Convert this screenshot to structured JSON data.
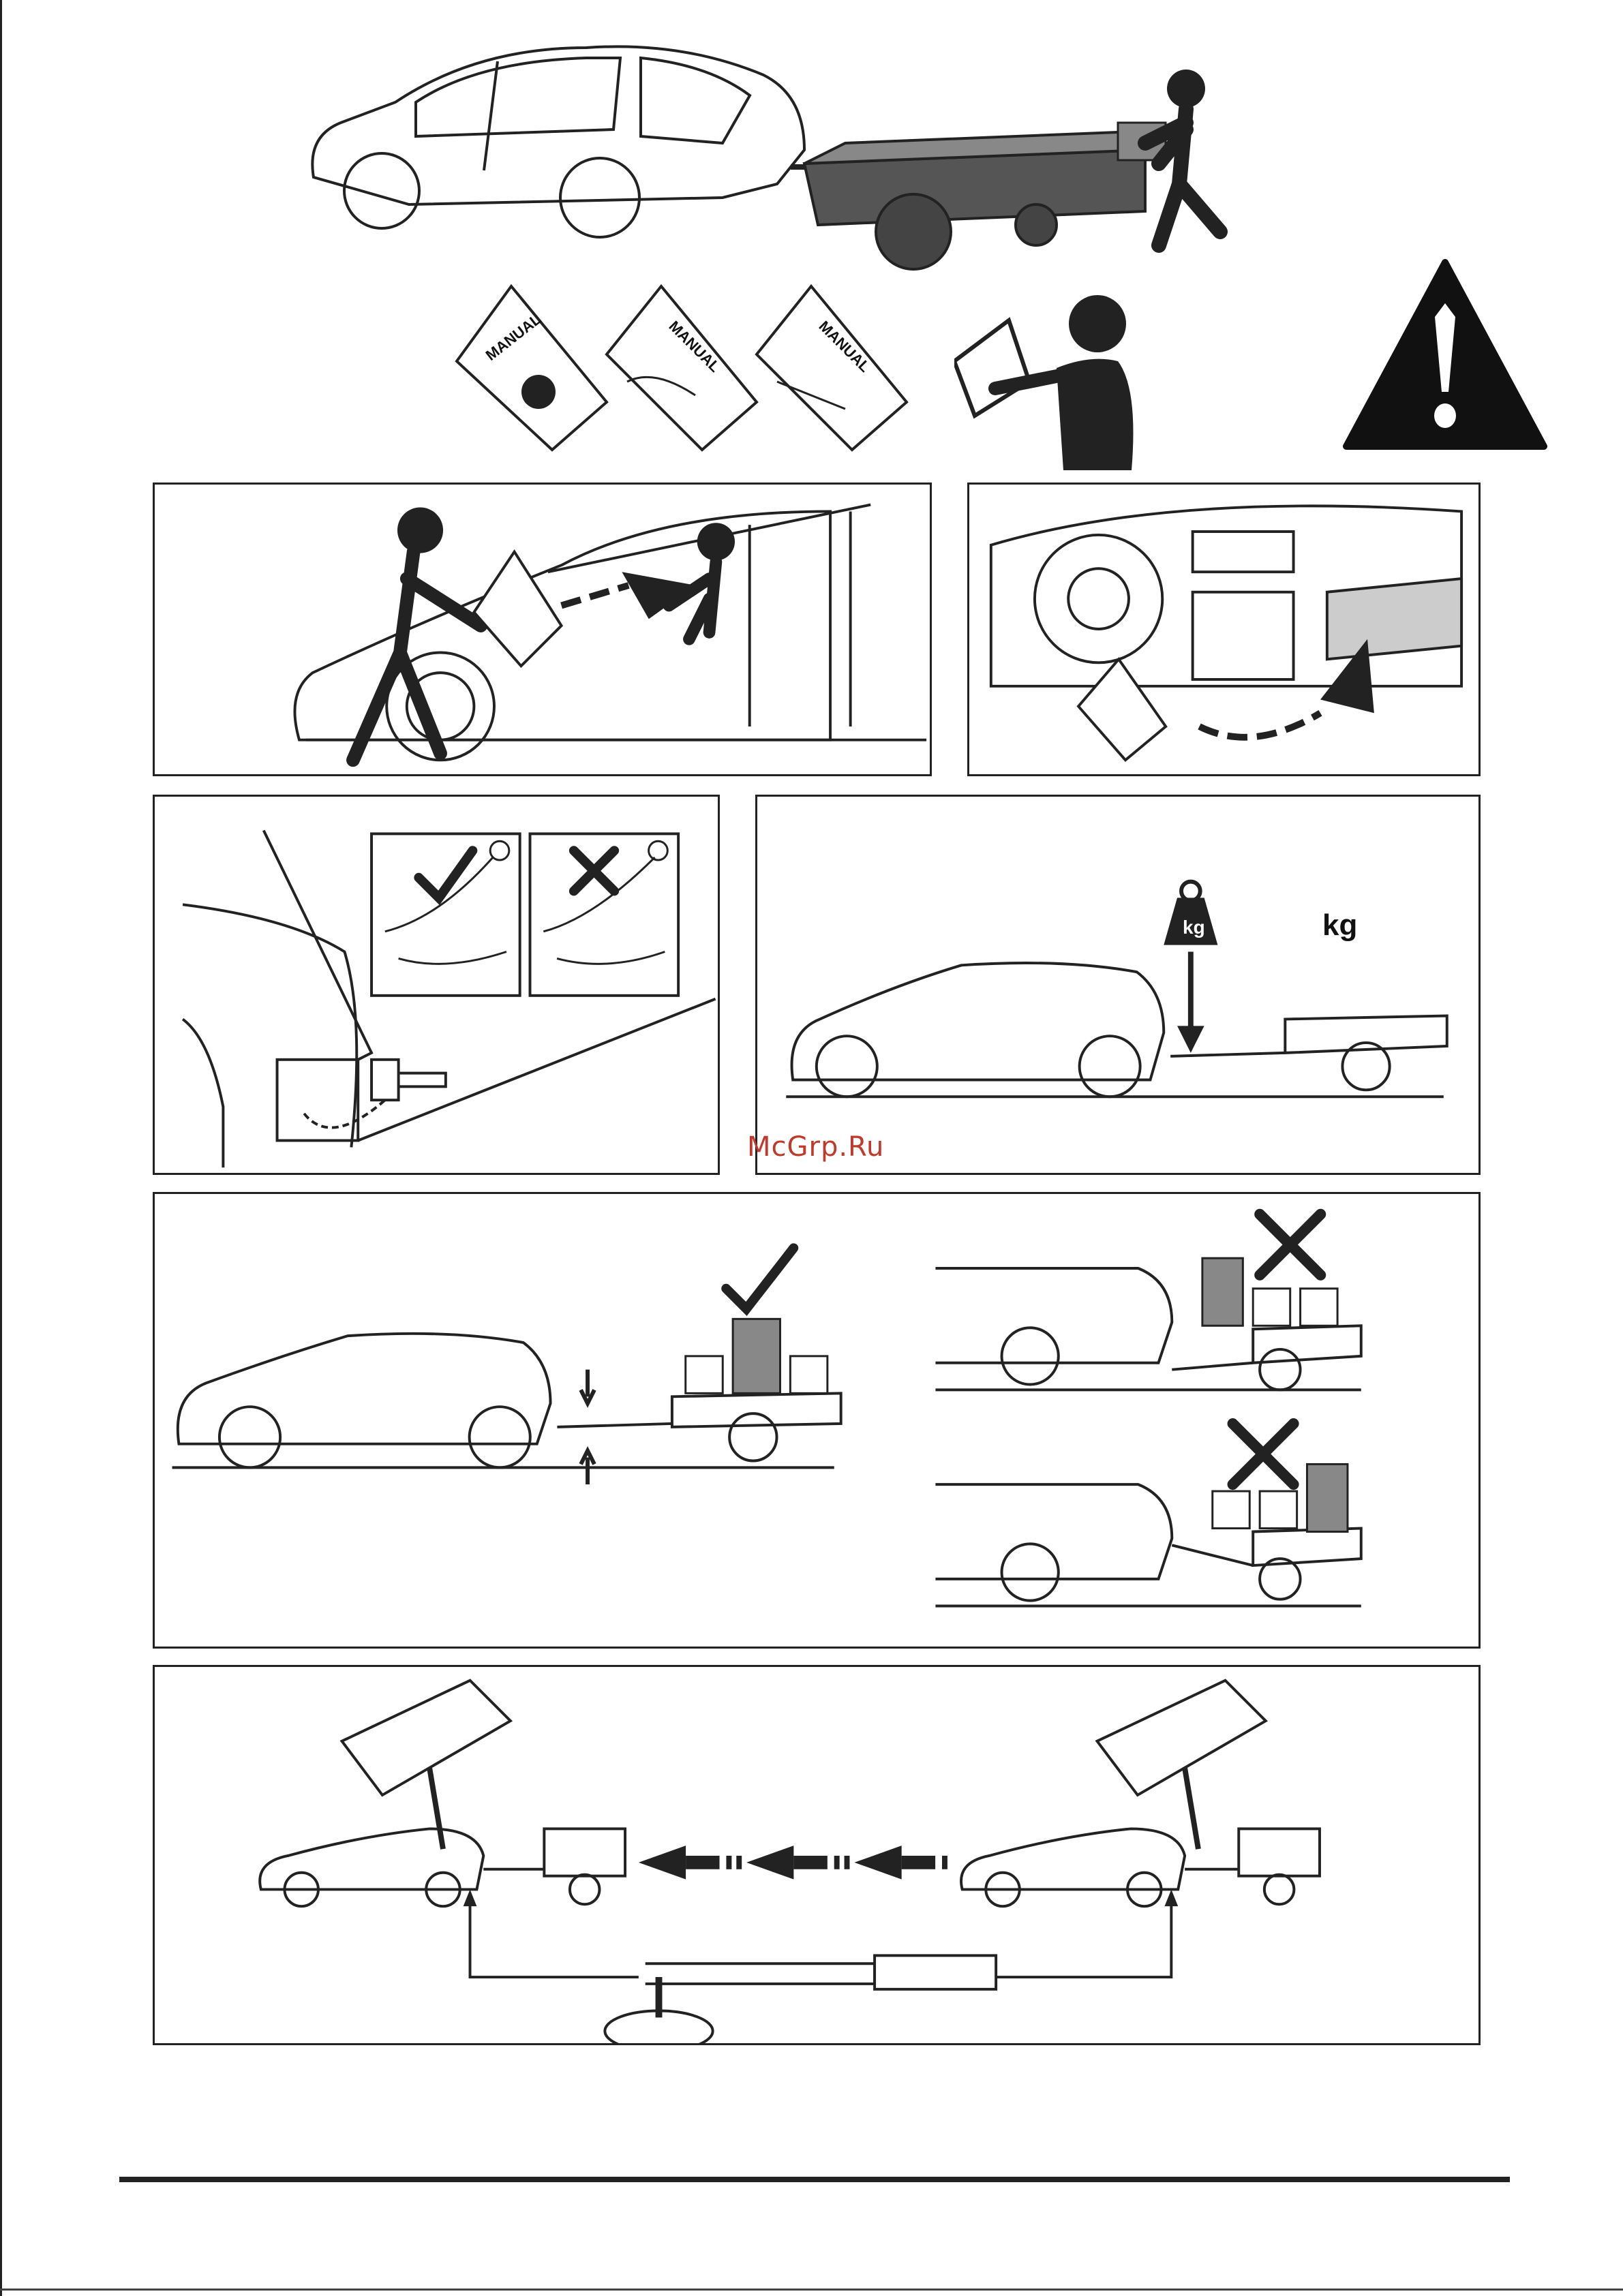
{
  "page": {
    "watermark": "McGrp.Ru"
  },
  "manuals": {
    "label": "MANUAL"
  },
  "load_panel": {
    "weight_unit": "kg",
    "weight_unit_value": "kg"
  },
  "icons": {
    "warning": "warning-triangle-icon",
    "check": "check-mark-icon",
    "cross": "cross-mark-icon",
    "weight": "weight-icon"
  },
  "colors": {
    "line": "#222222",
    "trailer_fill": "#555555",
    "weight_fill": "#333333",
    "heavy_box": "#888888",
    "watermark": "#c0392b"
  }
}
